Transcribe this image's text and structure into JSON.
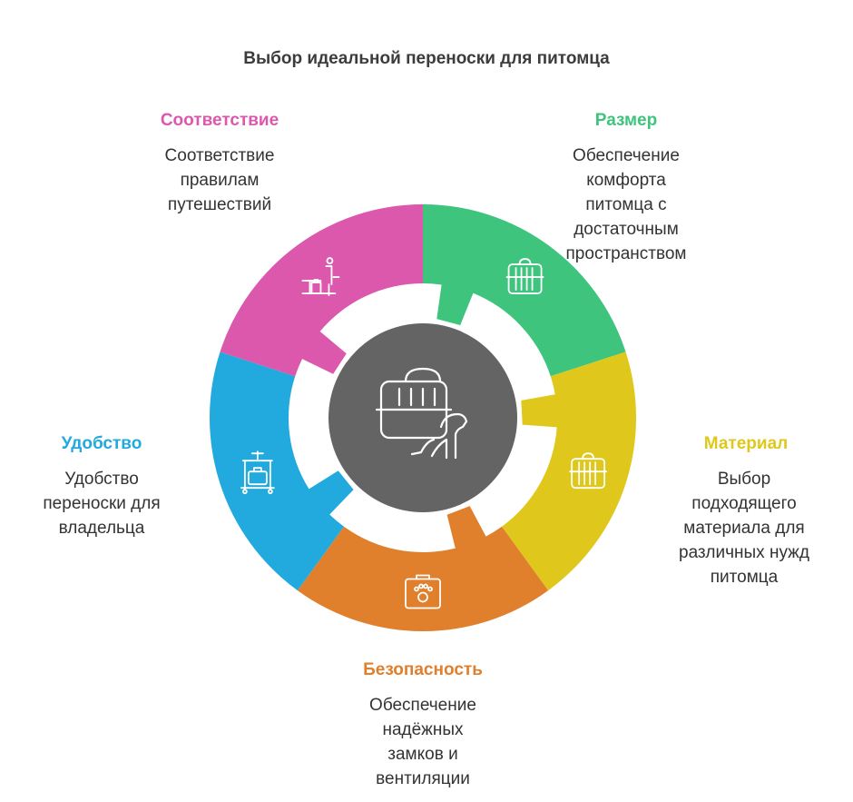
{
  "title": "Выбор идеальной переноски для питомца",
  "colors": {
    "size": "#3ec47d",
    "material": "#dfc81b",
    "safety": "#e07f2c",
    "convenience": "#22a9dd",
    "compliance": "#dc58ad",
    "center": "#646464"
  },
  "segments": {
    "size": {
      "title": "Размер",
      "desc": [
        "Обеспечение",
        "комфорта",
        "питомца с",
        "достаточным",
        "пространством"
      ],
      "icon": "pet-carrier-icon"
    },
    "material": {
      "title": "Материал",
      "desc": [
        "Выбор",
        "подходящего",
        "материала для",
        "различных нужд",
        "питомца"
      ],
      "icon": "pet-carrier-icon"
    },
    "safety": {
      "title": "Безопасность",
      "desc": [
        "Обеспечение",
        "надёжных",
        "замков и",
        "вентиляции"
      ],
      "icon": "paw-bag-icon"
    },
    "convenience": {
      "title": "Удобство",
      "desc": [
        "Удобство",
        "переноски для",
        "владельца"
      ],
      "icon": "luggage-trolley-icon"
    },
    "compliance": {
      "title": "Соответствие",
      "desc": [
        "Соответствие",
        "правилам",
        "путешествий"
      ],
      "icon": "airport-check-in-icon"
    }
  },
  "center_icon": "carrier-with-dog-icon"
}
